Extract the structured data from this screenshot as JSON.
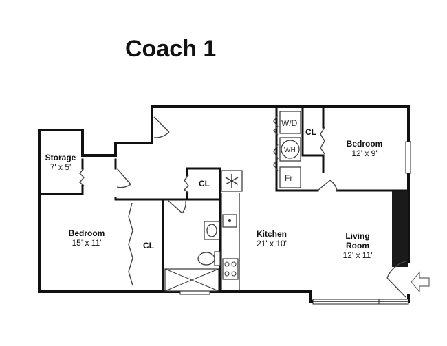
{
  "title": "Coach 1",
  "rooms": {
    "storage": {
      "name": "Storage",
      "size": "7' x 5'"
    },
    "bedroom_left": {
      "name": "Bedroom",
      "size": "15' x 11'"
    },
    "closet_left": {
      "name": "CL"
    },
    "closet_center": {
      "name": "CL"
    },
    "kitchen": {
      "name": "Kitchen",
      "size": "21' x 10'"
    },
    "bedroom_right": {
      "name": "Bedroom",
      "size": "12' x 9'"
    },
    "closet_right": {
      "name": "CL"
    },
    "living": {
      "name_line1": "Living",
      "name_line2": "Room",
      "size": "12' x 11'"
    }
  },
  "fixtures": {
    "washer_dryer": "W/D",
    "water_heater": "WH",
    "fridge": "Fr"
  },
  "icons": [
    "snowflake-icon",
    "entry-arrow-icon",
    "stove-icon",
    "sink-icon",
    "toilet-icon"
  ],
  "colors": {
    "walls": "#111111",
    "background": "#ffffff",
    "window": "#1a1a1a"
  }
}
